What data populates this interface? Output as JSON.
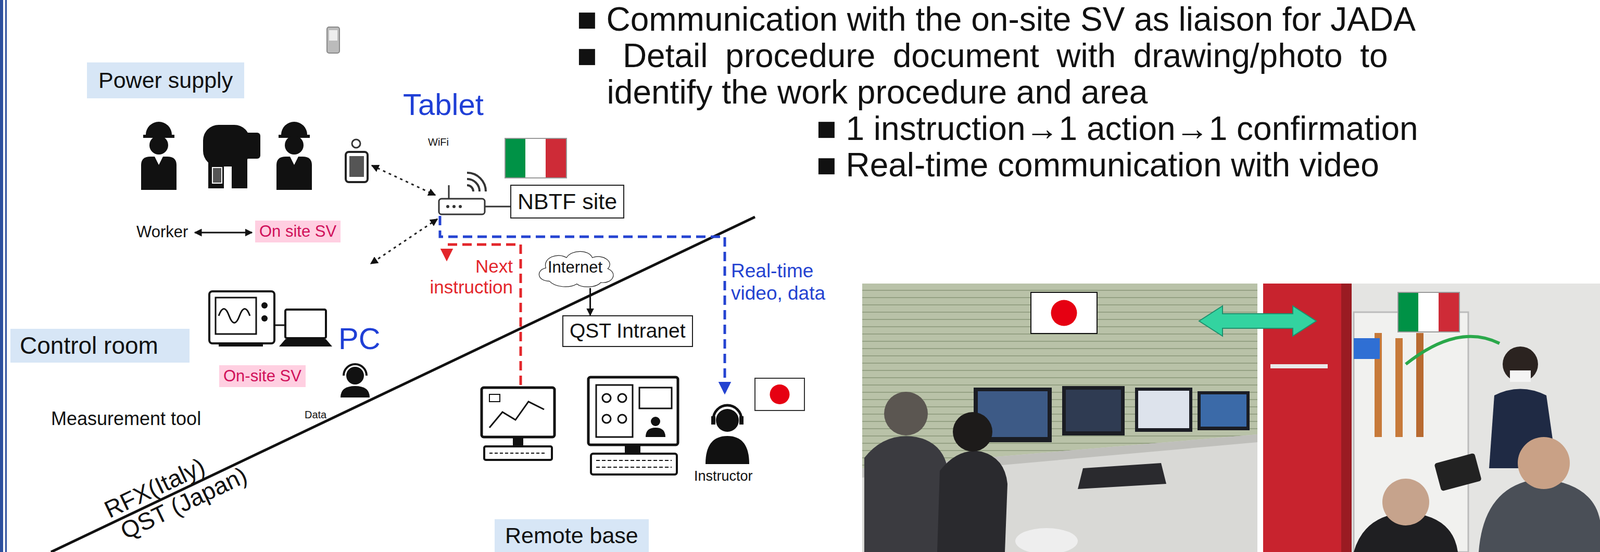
{
  "diagram": {
    "nodes": [
      {
        "text": [
          "Power supply"
        ]
      },
      {
        "text": [
          "NBTF site"
        ]
      },
      {
        "text": [
          "On site SV"
        ]
      },
      {
        "text": [
          "Internet"
        ]
      },
      {
        "text": [
          "Control room"
        ]
      },
      {
        "text": [
          "QST Intranet"
        ]
      },
      {
        "text": [
          "On-site SV"
        ]
      },
      {
        "text": [
          "Remote base"
        ]
      }
    ],
    "edges": [
      {
        "from": 3,
        "to": 5,
        "arrow": "to"
      }
    ],
    "labels": [
      "■ Communication with the on-site SV as liaison for JADA",
      "■ Detail procedure document with drawing/photo to identify the work procedure and area",
      "■ 1 instruction→1 action→1 confirmation",
      "■ Real-time communication with video",
      "Tablet",
      "WiFi",
      "Worker",
      "Next instruction",
      "Real-time video, data",
      "PC",
      "Measurement tool",
      "Data",
      "RFX(Italy)",
      "QST (Japan)",
      "Instructor"
    ]
  }
}
